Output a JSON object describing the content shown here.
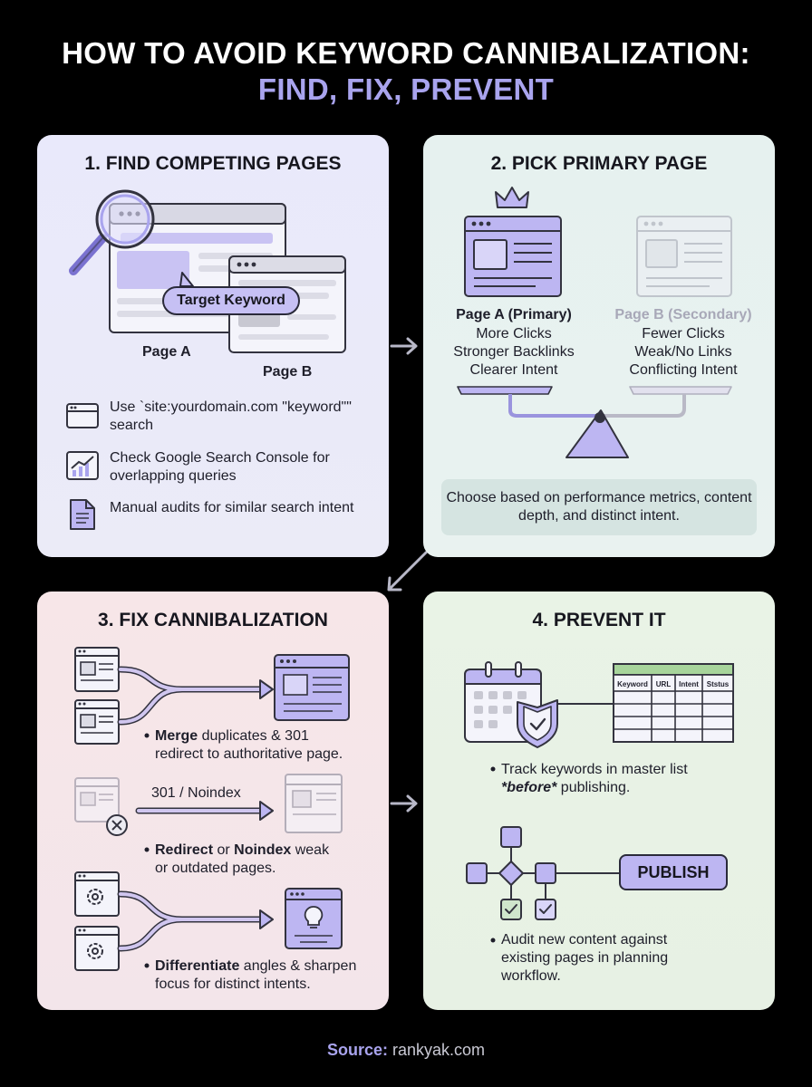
{
  "title": {
    "line1": "HOW TO AVOID KEYWORD CANNIBALIZATION:",
    "line2": "FIND, FIX, PREVENT"
  },
  "steps": {
    "find": {
      "title": "1. FIND COMPETING PAGES",
      "keyword_label": "Target Keyword",
      "page_a": "Page A",
      "page_b": "Page B",
      "items": [
        {
          "icon": "browser-icon",
          "text": "Use `site:yourdomain.com \"keyword\"\" search"
        },
        {
          "icon": "chart-up-icon",
          "text": "Check Google Search Console for overlapping queries"
        },
        {
          "icon": "document-icon",
          "text": "Manual audits for similar search intent"
        }
      ]
    },
    "pick": {
      "title": "2. PICK PRIMARY PAGE",
      "primary": {
        "label": "Page A (Primary)",
        "traits": [
          "More Clicks",
          "Stronger Backlinks",
          "Clearer Intent"
        ]
      },
      "secondary": {
        "label": "Page B (Secondary)",
        "traits": [
          "Fewer Clicks",
          "Weak/No Links",
          "Conflicting Intent"
        ]
      },
      "note": "Choose based on performance metrics, content depth, and distinct intent."
    },
    "fix": {
      "title": "3. FIX CANNIBALIZATION",
      "merge": {
        "bold": "Merge",
        "rest1": " duplicates & 301",
        "line2": "redirect to authoritative page."
      },
      "redirect": {
        "arrow_label": "301 / Noindex",
        "bold1": "Redirect",
        "mid": " or ",
        "bold2": "Noindex",
        "rest1": " weak",
        "line2": "or outdated pages."
      },
      "differentiate": {
        "bold": "Differentiate",
        "rest1": " angles & sharpen",
        "line2": "focus for distinct intents."
      }
    },
    "prevent": {
      "title": "4. PREVENT IT",
      "table_headers": [
        "Keyword",
        "URL",
        "Intent",
        "Ststus"
      ],
      "track": {
        "line1": "Track keywords in master list",
        "line2_em": "*before*",
        "line2_rest": " publishing."
      },
      "publish_label": "PUBLISH",
      "audit": [
        "Audit new content against",
        "existing pages in planning",
        "workflow."
      ]
    }
  },
  "source": {
    "label": "Source:",
    "value": " rankyak.com"
  },
  "colors": {
    "accent": "#a9a4ee",
    "accent_fill": "#bdb6f2",
    "panel_find": "#e9e9fb",
    "panel_pick": "#e6f1ef",
    "panel_fix": "#f7e6e8",
    "panel_prevent": "#e9f3e6",
    "check_green": "#cfe6cc"
  }
}
